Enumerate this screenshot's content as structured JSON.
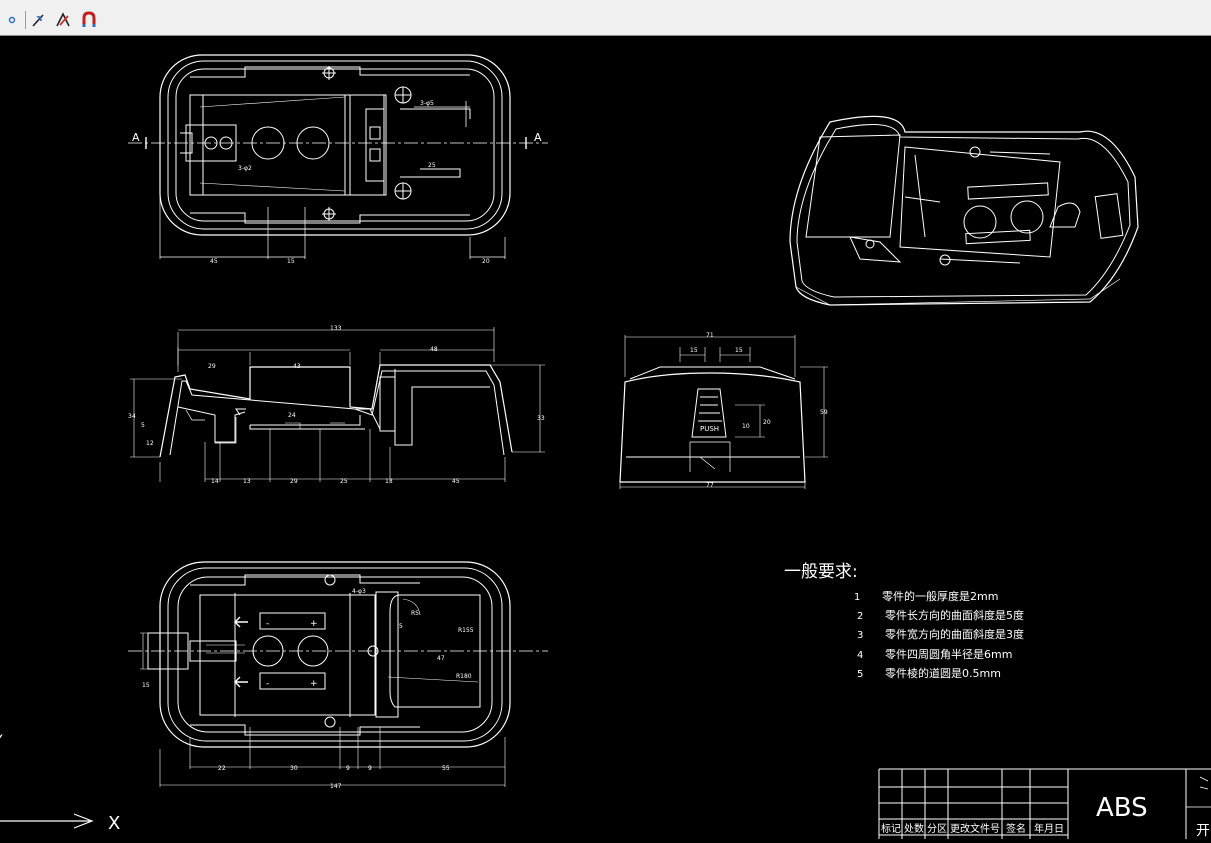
{
  "toolbar": {
    "icons": [
      "dot-icon",
      "line-tool-icon",
      "break-tool-icon",
      "magnet-icon"
    ]
  },
  "drawing": {
    "section_label": "A",
    "top_view": {
      "dims": [
        "45",
        "15",
        "20"
      ],
      "notes": [
        "3-φ5",
        "3-φ2",
        "25"
      ]
    },
    "front_section": {
      "dims_top": [
        "133",
        "29",
        "43",
        "48"
      ],
      "dims_bottom": [
        "14",
        "13",
        "29",
        "25",
        "13",
        "45"
      ],
      "dims_side": [
        "34",
        "12",
        "5",
        "33",
        "24"
      ]
    },
    "side_view": {
      "dims": [
        "71",
        "15",
        "15",
        "20",
        "59",
        "77",
        "10"
      ],
      "push_label": "PUSH"
    },
    "bottom_view": {
      "dims": [
        "22",
        "30",
        "9",
        "9",
        "55",
        "147",
        "47",
        "4-φ3",
        "5",
        "15"
      ],
      "radius_labels": [
        "R155",
        "R180",
        "R5"
      ],
      "plus": "+",
      "minus": "-"
    },
    "axis_x": "X",
    "axis_y": "Y"
  },
  "requirements": {
    "title": "一般要求:",
    "items": [
      {
        "num": "1",
        "text": "零件的一般厚度是2mm"
      },
      {
        "num": "2",
        "text": "零件长方向的曲面斜度是5度"
      },
      {
        "num": "3",
        "text": "零件宽方向的曲面斜度是3度"
      },
      {
        "num": "4",
        "text": "零件四周圆角半径是6mm"
      },
      {
        "num": "5",
        "text": "零件棱的道圆是0.5mm"
      }
    ]
  },
  "title_block": {
    "material": "ABS",
    "headers": [
      "标记",
      "处数",
      "分区",
      "更改文件号",
      "签名",
      "年月日"
    ],
    "edge_text": "开"
  }
}
